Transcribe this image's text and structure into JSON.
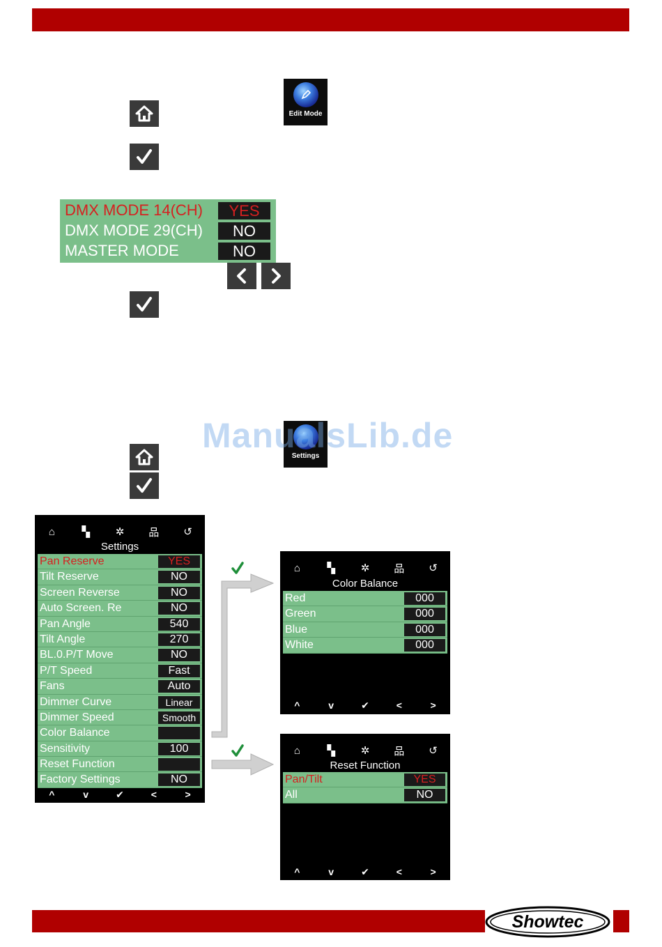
{
  "colors": {
    "brand_red": "#b00000",
    "list_green": "#7bbf8a",
    "selected_red": "#d62020",
    "arrow_green": "#1f8f3a"
  },
  "edit_mode_app": {
    "label": "Edit Mode",
    "icon": "edit-mode-icon"
  },
  "settings_app": {
    "label": "Settings",
    "icon": "settings-orb-icon"
  },
  "dmx_modes": [
    {
      "name": "DMX MODE 14(CH)",
      "value": "YES",
      "selected": true
    },
    {
      "name": "DMX MODE 29(CH)",
      "value": "NO",
      "selected": false
    },
    {
      "name": "MASTER MODE",
      "value": "NO",
      "selected": false
    }
  ],
  "watermark": "ManualsLib.de",
  "settings_screen": {
    "title": "Settings",
    "top_icons": [
      "home-icon",
      "layers-icon",
      "snowflake-icon",
      "network-icon",
      "back-icon"
    ],
    "items": [
      {
        "name": "Pan Reserve",
        "value": "YES",
        "selected": true
      },
      {
        "name": "Tilt Reserve",
        "value": "NO"
      },
      {
        "name": "Screen Reverse",
        "value": "NO"
      },
      {
        "name": "Auto Screen. Re",
        "value": "NO"
      },
      {
        "name": "Pan Angle",
        "value": "540"
      },
      {
        "name": "Tilt Angle",
        "value": "270"
      },
      {
        "name": "BL.0.P/T Move",
        "value": "NO"
      },
      {
        "name": "P/T Speed",
        "value": "Fast"
      },
      {
        "name": "Fans",
        "value": "Auto"
      },
      {
        "name": "Dimmer Curve",
        "value": "Linear"
      },
      {
        "name": "Dimmer Speed",
        "value": "Smooth"
      },
      {
        "name": "Color Balance",
        "value": ""
      },
      {
        "name": "Sensitivity",
        "value": "100"
      },
      {
        "name": "Reset Function",
        "value": ""
      },
      {
        "name": "Factory Settings",
        "value": "NO"
      }
    ],
    "nav": [
      "^",
      "v",
      "✔",
      "<",
      ">"
    ]
  },
  "color_balance_screen": {
    "title": "Color Balance",
    "items": [
      {
        "name": "Red",
        "value": "000"
      },
      {
        "name": "Green",
        "value": "000"
      },
      {
        "name": "Blue",
        "value": "000"
      },
      {
        "name": "White",
        "value": "000"
      }
    ]
  },
  "reset_function_screen": {
    "title": "Reset Function",
    "items": [
      {
        "name": "Pan/Tilt",
        "value": "YES",
        "selected": true
      },
      {
        "name": "All",
        "value": "NO"
      }
    ]
  },
  "logo_text": "Showtec"
}
